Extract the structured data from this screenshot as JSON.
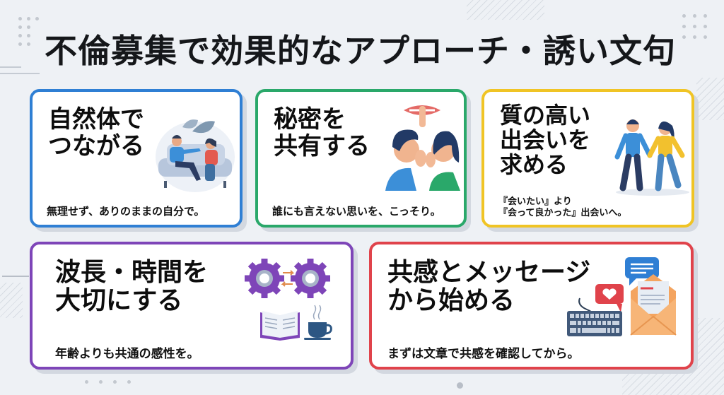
{
  "page": {
    "title": "不倫募集で効果的なアプローチ・誘い文句"
  },
  "cards": [
    {
      "id": "natural",
      "color": "#2f7fd4",
      "heading_lines": [
        "自然体で",
        "つながる"
      ],
      "subtitle": "無理せず、ありのままの自分で。",
      "illustration": "couple-on-sofa-icon"
    },
    {
      "id": "secret",
      "color": "#2aa86a",
      "heading_lines": [
        "秘密を",
        "共有する"
      ],
      "subtitle": "誰にも言えない思いを、こっそり。",
      "illustration": "whispering-couple-icon"
    },
    {
      "id": "quality",
      "color": "#f0c425",
      "heading_lines": [
        "質の高い",
        "出会いを",
        "求める"
      ],
      "subtitle_lines": [
        "『会いたい』より",
        "『会って良かった』出会いへ。"
      ],
      "illustration": "walking-couple-icon"
    },
    {
      "id": "wavelength",
      "color": "#7e45b8",
      "heading_lines": [
        "波長・時間を",
        "大切にする"
      ],
      "subtitle": "年齢よりも共通の感性を。",
      "illustration": "gears-book-coffee-icon"
    },
    {
      "id": "empathy",
      "color": "#e0434b",
      "heading_lines": [
        "共感とメッセージ",
        "から始める"
      ],
      "subtitle": "まずは文章で共感を確認してから。",
      "illustration": "keyboard-envelope-chat-icon"
    }
  ]
}
